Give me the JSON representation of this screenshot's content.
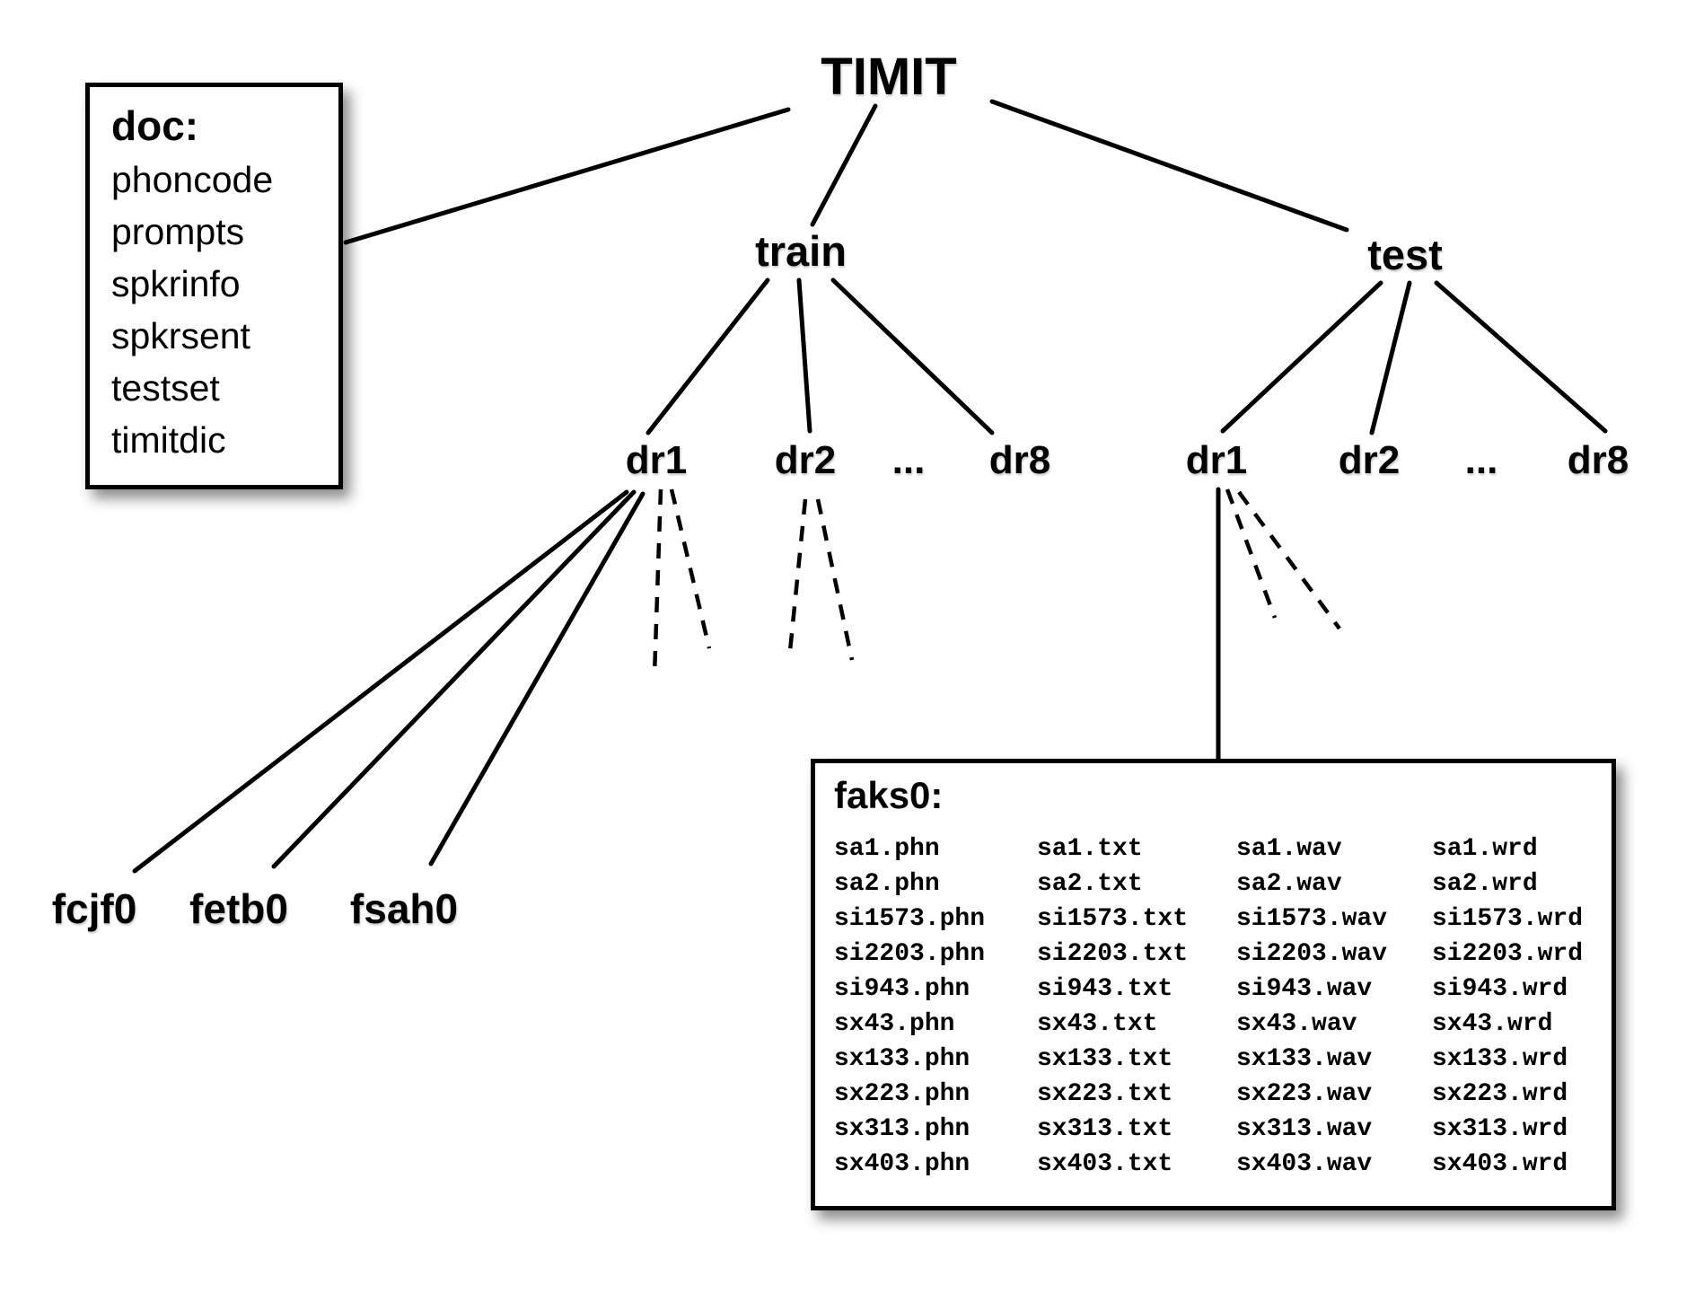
{
  "colors": {
    "background": "#ffffff",
    "line": "#000000",
    "text": "#000000",
    "box_border": "#000000",
    "box_background": "#ffffff"
  },
  "root_label": "TIMIT",
  "doc_box": {
    "title": "doc:",
    "items": [
      "phoncode",
      "prompts",
      "spkrinfo",
      "spkrsent",
      "testset",
      "timitdic"
    ]
  },
  "train": {
    "label": "train",
    "children": [
      "dr1",
      "dr2",
      "...",
      "dr8"
    ]
  },
  "test": {
    "label": "test",
    "children": [
      "dr1",
      "dr2",
      "...",
      "dr8"
    ]
  },
  "speakers": [
    "fcjf0",
    "fetb0",
    "fsah0"
  ],
  "faks0_box": {
    "title": "faks0:",
    "rows": [
      [
        "sa1.phn",
        "sa1.txt",
        "sa1.wav",
        "sa1.wrd"
      ],
      [
        "sa2.phn",
        "sa2.txt",
        "sa2.wav",
        "sa2.wrd"
      ],
      [
        "si1573.phn",
        "si1573.txt",
        "si1573.wav",
        "si1573.wrd"
      ],
      [
        "si2203.phn",
        "si2203.txt",
        "si2203.wav",
        "si2203.wrd"
      ],
      [
        "si943.phn",
        "si943.txt",
        "si943.wav",
        "si943.wrd"
      ],
      [
        "sx43.phn",
        "sx43.txt",
        "sx43.wav",
        "sx43.wrd"
      ],
      [
        "sx133.phn",
        "sx133.txt",
        "sx133.wav",
        "sx133.wrd"
      ],
      [
        "sx223.phn",
        "sx223.txt",
        "sx223.wav",
        "sx223.wrd"
      ],
      [
        "sx313.phn",
        "sx313.txt",
        "sx313.wav",
        "sx313.wrd"
      ],
      [
        "sx403.phn",
        "sx403.txt",
        "sx403.wav",
        "sx403.wrd"
      ]
    ]
  },
  "edges": {
    "solid": [
      [
        878,
        122,
        385,
        270
      ],
      [
        975,
        118,
        905,
        250
      ],
      [
        1105,
        113,
        1500,
        256
      ],
      [
        855,
        312,
        722,
        482
      ],
      [
        890,
        312,
        902,
        480
      ],
      [
        928,
        312,
        1105,
        482
      ],
      [
        1538,
        315,
        1362,
        480
      ],
      [
        1570,
        315,
        1528,
        482
      ],
      [
        1600,
        315,
        1788,
        480
      ],
      [
        698,
        548,
        150,
        970
      ],
      [
        706,
        548,
        305,
        965
      ],
      [
        716,
        550,
        480,
        962
      ],
      [
        1357,
        545,
        1357,
        847
      ]
    ],
    "dashed": [
      [
        736,
        545,
        729,
        752
      ],
      [
        748,
        545,
        790,
        722
      ],
      [
        897,
        556,
        879,
        735
      ],
      [
        911,
        556,
        949,
        735
      ],
      [
        1367,
        545,
        1420,
        688
      ],
      [
        1380,
        548,
        1492,
        700
      ]
    ]
  }
}
